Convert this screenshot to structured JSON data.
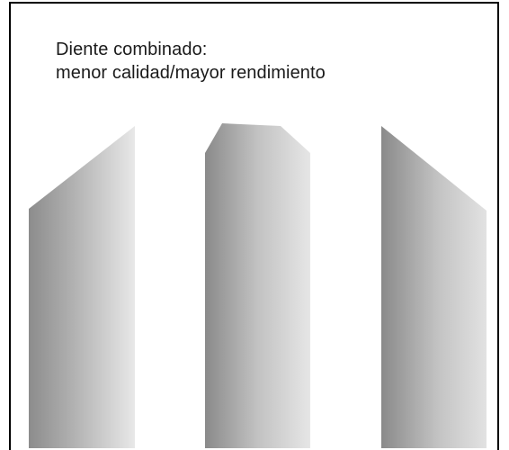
{
  "caption": {
    "line1": "Diente combinado:",
    "line2": "menor calidad/mayor rendimiento"
  },
  "teeth": [
    {
      "name": "left-bevel-tooth",
      "bevel": "left"
    },
    {
      "name": "center-chamfer-tooth",
      "bevel": "both"
    },
    {
      "name": "right-bevel-tooth",
      "bevel": "right"
    }
  ],
  "colors": {
    "border": "#000000",
    "tooth_dark": "#8a8a8a",
    "tooth_light": "#e6e6e6",
    "text": "#1a1a1a"
  }
}
